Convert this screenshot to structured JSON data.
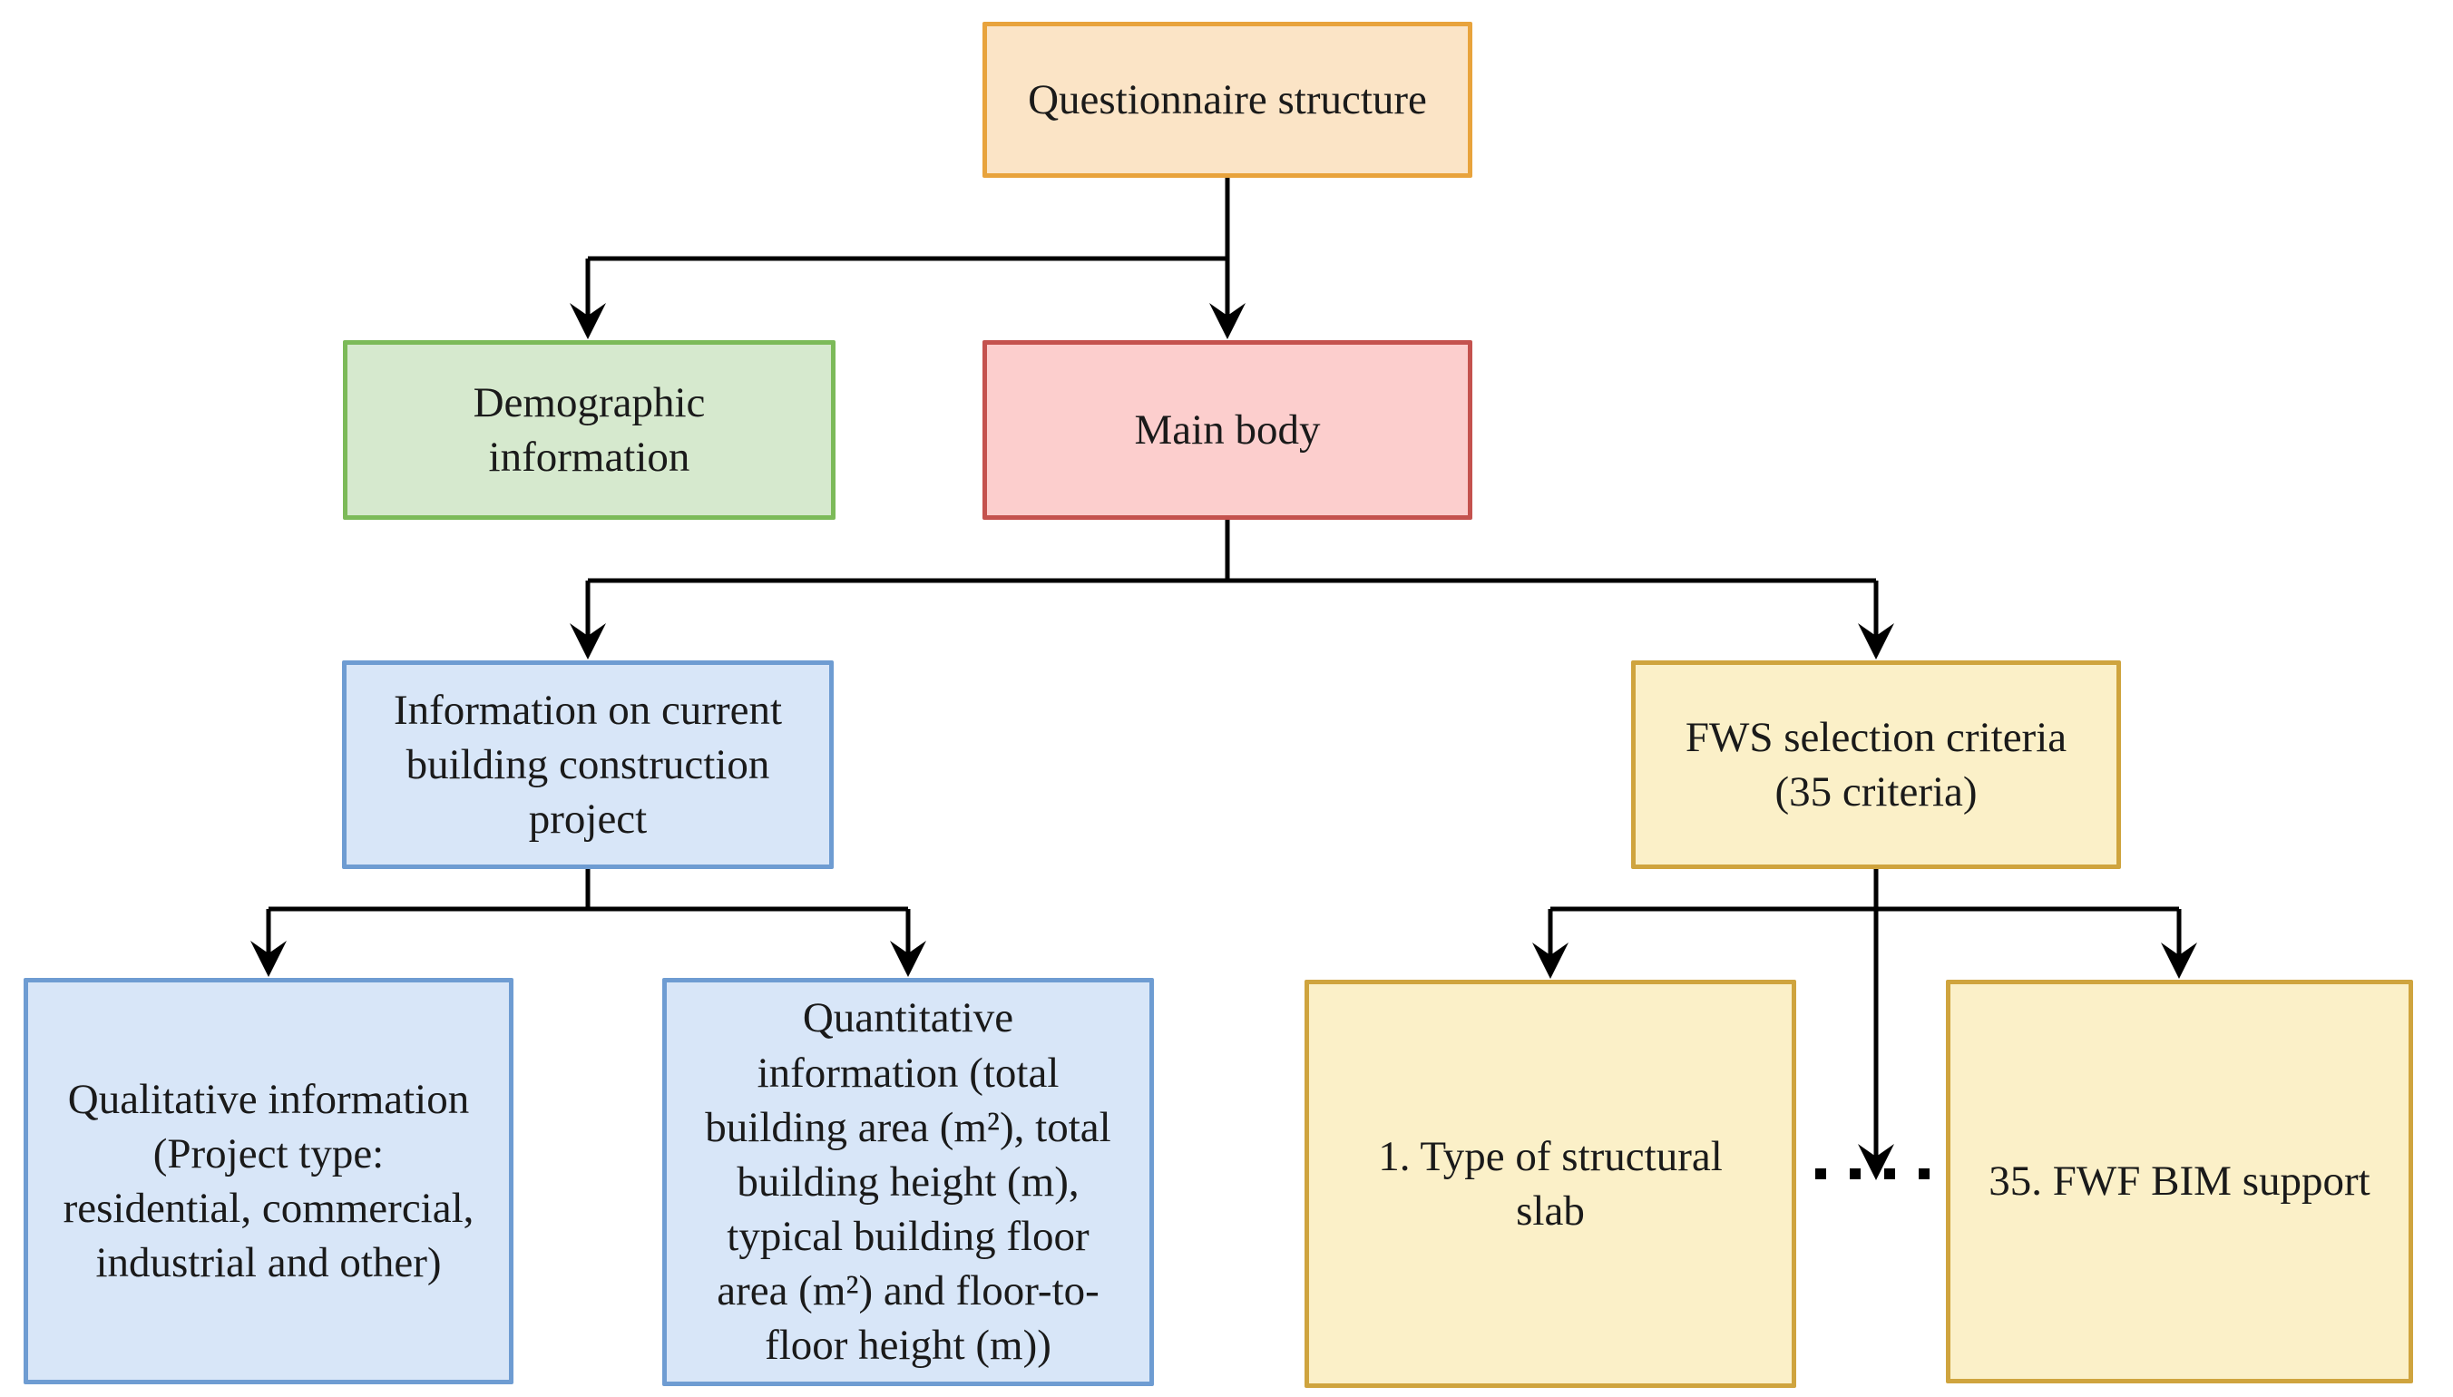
{
  "figure": {
    "type": "flowchart",
    "background": "#ffffff"
  },
  "nodes": {
    "questionnaire": {
      "label": "Questionnaire structure",
      "color": "orange"
    },
    "demographic": {
      "label": "Demographic\ninformation",
      "color": "green"
    },
    "main_body": {
      "label": "Main body",
      "color": "red"
    },
    "current_project": {
      "label": "Information on current\nbuilding construction\nproject",
      "color": "blue"
    },
    "fws_criteria": {
      "label": "FWS selection criteria\n(35 criteria)",
      "color": "yellow"
    },
    "qualitative": {
      "label": "Qualitative information\n(Project type:\nresidential, commercial,\nindustrial and other)",
      "color": "blue"
    },
    "quantitative": {
      "label": "Quantitative\ninformation (total\nbuilding area (m²), total\nbuilding height (m),\ntypical building floor\narea (m²) and floor-to-\nfloor height (m))",
      "color": "blue"
    },
    "criterion_1": {
      "label": "1. Type of structural\nslab",
      "color": "yellow"
    },
    "criterion_35": {
      "label": "35. FWF BIM support",
      "color": "yellow"
    }
  },
  "edges": [
    {
      "from": "questionnaire",
      "to": "demographic"
    },
    {
      "from": "questionnaire",
      "to": "main_body"
    },
    {
      "from": "main_body",
      "to": "current_project"
    },
    {
      "from": "main_body",
      "to": "fws_criteria"
    },
    {
      "from": "current_project",
      "to": "qualitative"
    },
    {
      "from": "current_project",
      "to": "quantitative"
    },
    {
      "from": "fws_criteria",
      "to": "criterion_1"
    },
    {
      "from": "fws_criteria",
      "to": "criterion_35"
    },
    {
      "from": "fws_criteria",
      "to": "ellipsis_between_criteria",
      "style": "dotted-ellipsis"
    }
  ],
  "palette": {
    "orange_fill": "#FBE4C6",
    "orange_stroke": "#E8A33C",
    "green_fill": "#D6E9CE",
    "green_stroke": "#7CBA59",
    "red_fill": "#FCCECD",
    "red_stroke": "#C4524E",
    "blue_fill": "#D8E6F8",
    "blue_stroke": "#6E9CD2",
    "yellow_fill": "#FBF0C8",
    "yellow_stroke": "#CFA43E",
    "connector": "#000000",
    "text": "#1a1a1a"
  }
}
